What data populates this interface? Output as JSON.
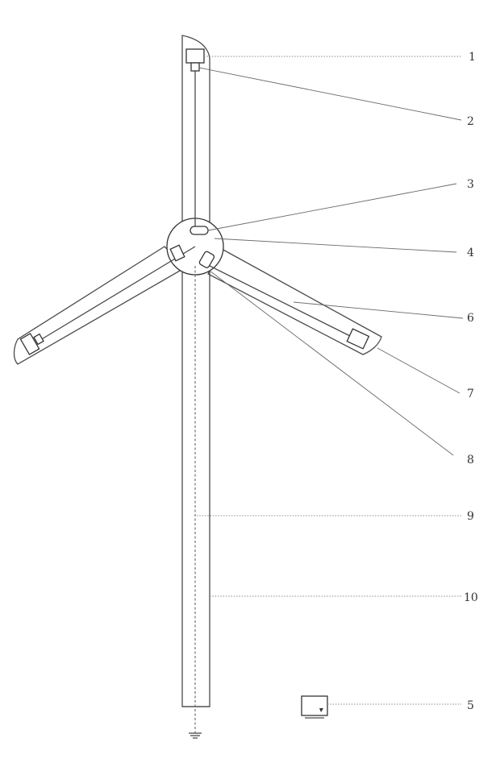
{
  "figure": {
    "callouts": [
      {
        "id": "c1",
        "label": "1"
      },
      {
        "id": "c2",
        "label": "2"
      },
      {
        "id": "c3",
        "label": "3"
      },
      {
        "id": "c4",
        "label": "4"
      },
      {
        "id": "c6",
        "label": "6"
      },
      {
        "id": "c7",
        "label": "7"
      },
      {
        "id": "c8",
        "label": "8"
      },
      {
        "id": "c9",
        "label": "9"
      },
      {
        "id": "c10",
        "label": "10"
      },
      {
        "id": "c5",
        "label": "5"
      }
    ]
  }
}
